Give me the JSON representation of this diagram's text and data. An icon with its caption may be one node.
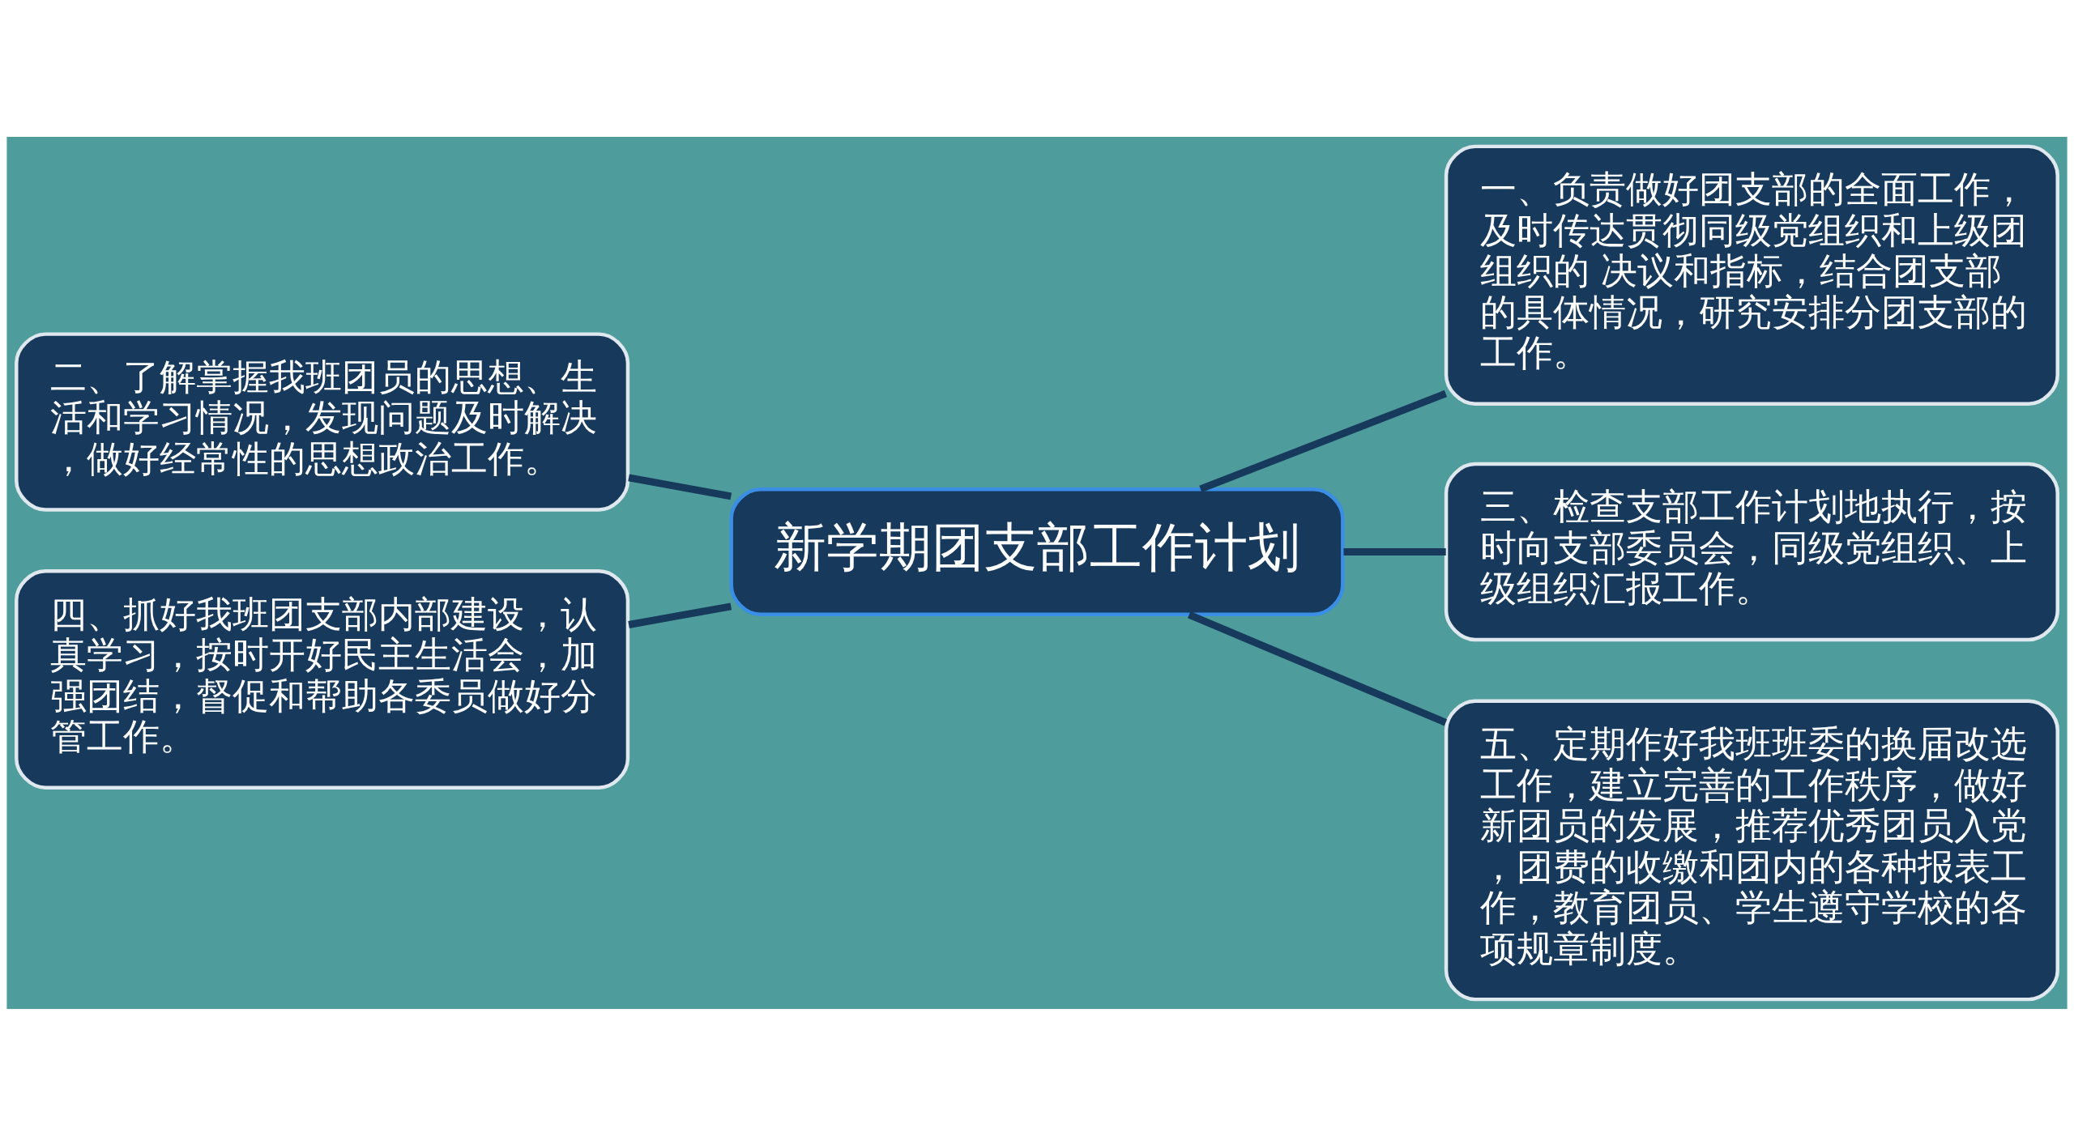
{
  "diagram": {
    "nodes": [
      {
        "text": [
          "新学期团支部工作计划"
        ]
      },
      {
        "text": [
          "一、负责做好团支部的全面工作，及时传达贯彻同级党组织和上级团组织的 决议和指标，结合团支部的具体情况，研究安排分团支部的工作。"
        ]
      },
      {
        "text": [
          "二、了解掌握我班团员的思想、生活和学习情况，发现问题及时解决，做好经常性的思想政治工作。"
        ]
      },
      {
        "text": [
          "三、检查支部工作计划地执行，按时向支部委员会，同级党组织、上级组织汇报工作。"
        ]
      },
      {
        "text": [
          "四、抓好我班团支部内部建设，认真学习，按时开好民主生活会，加强团结，督促和帮助各委员做好分管工作。"
        ]
      },
      {
        "text": [
          "五、定期作好我班班委的换届改选工作，建立完善的工作秩序，做好新团员的发展，推荐优秀团员入党，团费的收缴和团内的各种报表工作，教育团员、学生遵守学校的各项规章制度。"
        ]
      }
    ],
    "edges": [
      {
        "from": 0,
        "to": 1,
        "arrow": "none"
      },
      {
        "from": 0,
        "to": 2,
        "arrow": "none"
      },
      {
        "from": 0,
        "to": 3,
        "arrow": "none"
      },
      {
        "from": 0,
        "to": 4,
        "arrow": "none"
      },
      {
        "from": 0,
        "to": 5,
        "arrow": "none"
      }
    ]
  }
}
